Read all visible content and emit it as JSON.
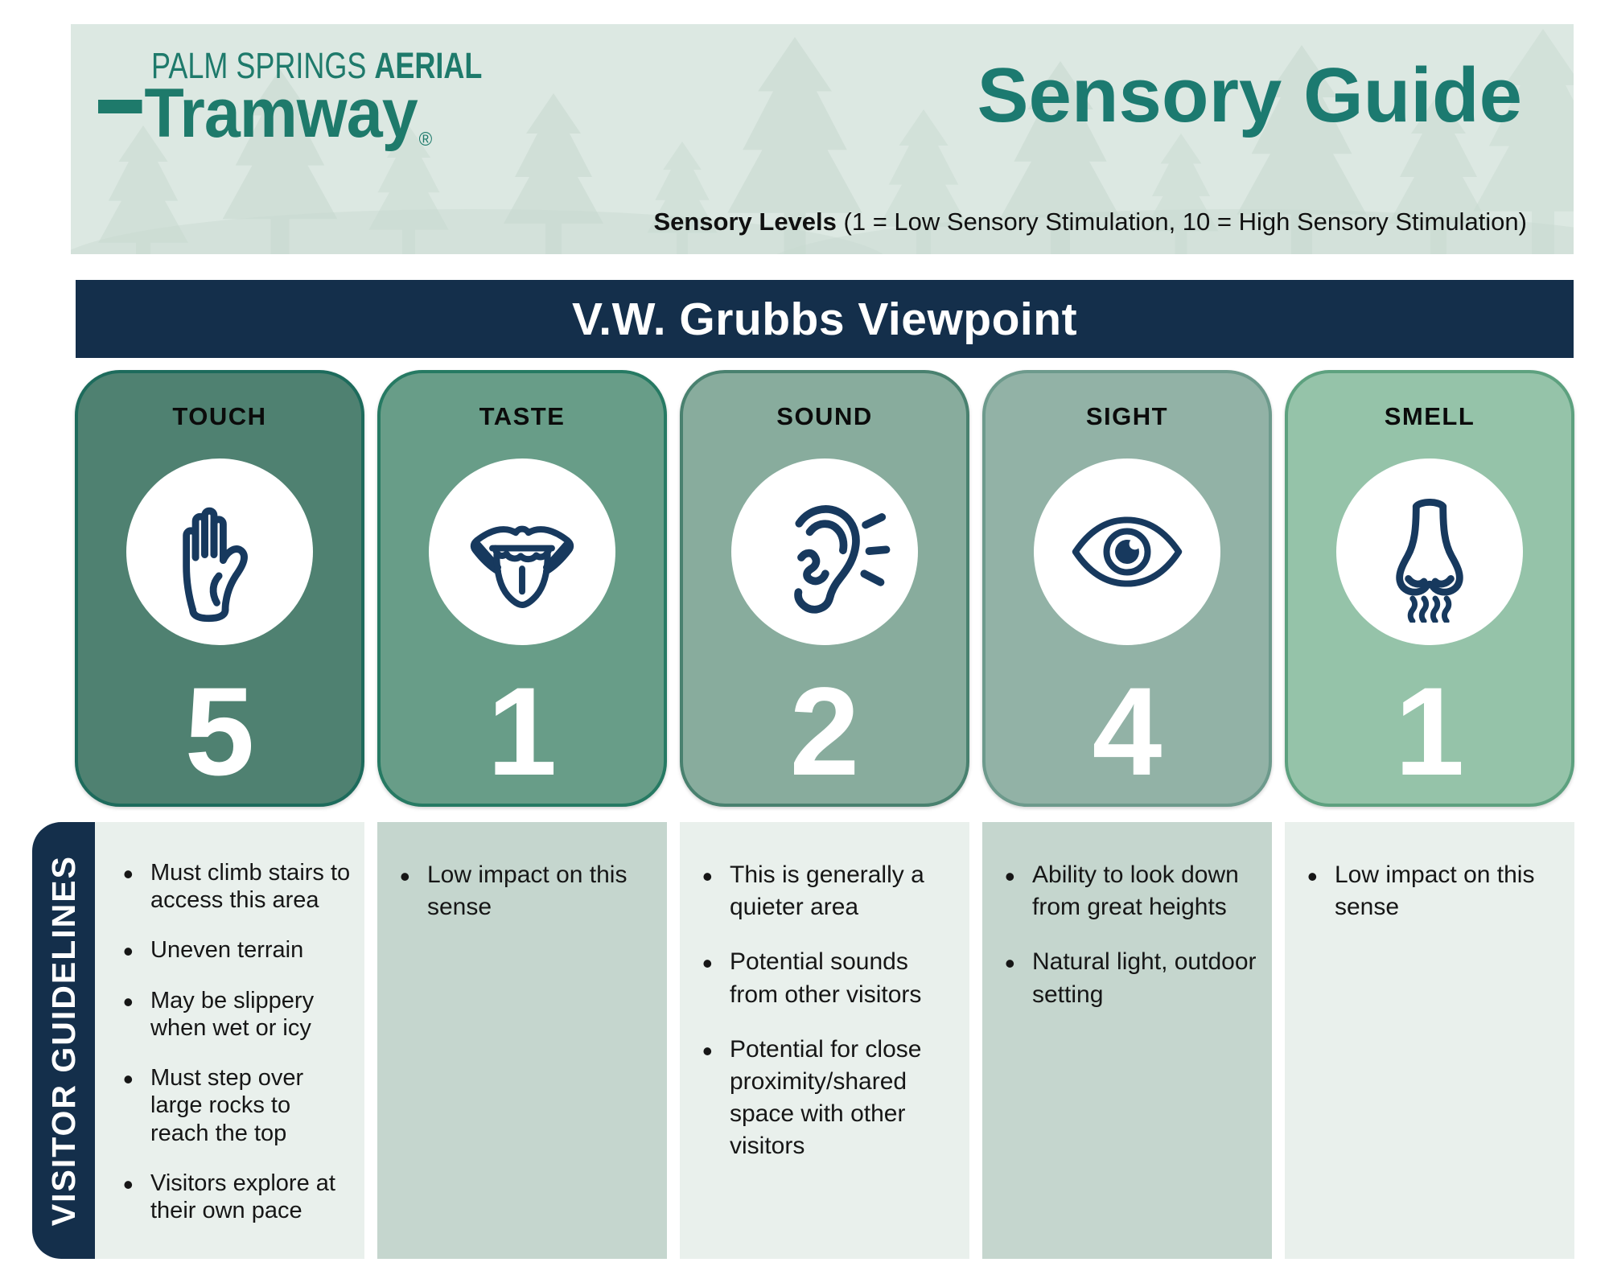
{
  "colors": {
    "teal_logo": "#1e7a6b",
    "teal_title": "#1c7a70",
    "navy": "#142f4b",
    "icon_stroke": "#17395e",
    "header_band": "#dce8e2",
    "tree_silhouette": "#c8d9d0",
    "light_column": "#e9f0ec",
    "dark_column": "#c5d6ce"
  },
  "header": {
    "logo_line1_light": "PALM SPRINGS ",
    "logo_line1_bold": "AERIAL",
    "logo_line2": "Tramway",
    "logo_registered": "®",
    "title": "Sensory Guide",
    "subtitle_bold": "Sensory Levels",
    "subtitle_rest": " (1 = Low Sensory Stimulation, 10 = High Sensory Stimulation)"
  },
  "banner": {
    "title": "V.W. Grubbs Viewpoint"
  },
  "sidebar": {
    "label": "VISITOR GUIDELINES"
  },
  "senses": [
    {
      "label": "TOUCH",
      "level": "5",
      "icon": "hand-icon",
      "card_style": "background:#4f8171;border-color:#1d6b5c;",
      "column_style": "background:#e9f0ec;",
      "guidelines": [
        "Must climb stairs to access this area",
        "Uneven terrain",
        "May be slippery when wet or icy",
        "Must step over large rocks to reach the top",
        "Visitors explore at their own pace"
      ]
    },
    {
      "label": "TASTE",
      "level": "1",
      "icon": "tongue-icon",
      "card_style": "background:#689d88;border-color:#267a63;",
      "column_style": "background:#c5d6ce;",
      "guidelines": [
        "Low impact on this sense"
      ]
    },
    {
      "label": "SOUND",
      "level": "2",
      "icon": "ear-icon",
      "card_style": "background:#88ac9d;border-color:#49816f;",
      "column_style": "background:#e9f0ec;",
      "guidelines": [
        "This is generally a quieter area",
        "Potential sounds from other visitors",
        "Potential for close proximity/shared space with other visitors"
      ]
    },
    {
      "label": "SIGHT",
      "level": "4",
      "icon": "eye-icon",
      "card_style": "background:#92b2a6;border-color:#6d9a8c;",
      "column_style": "background:#c5d6ce;",
      "guidelines": [
        "Ability to look down from great heights",
        "Natural light, outdoor setting"
      ]
    },
    {
      "label": "SMELL",
      "level": "1",
      "icon": "nose-icon",
      "card_style": "background:#95c3a9;border-color:#5da17f;",
      "column_style": "background:#e9f0ec;",
      "guidelines": [
        "Low impact on this sense"
      ]
    }
  ]
}
